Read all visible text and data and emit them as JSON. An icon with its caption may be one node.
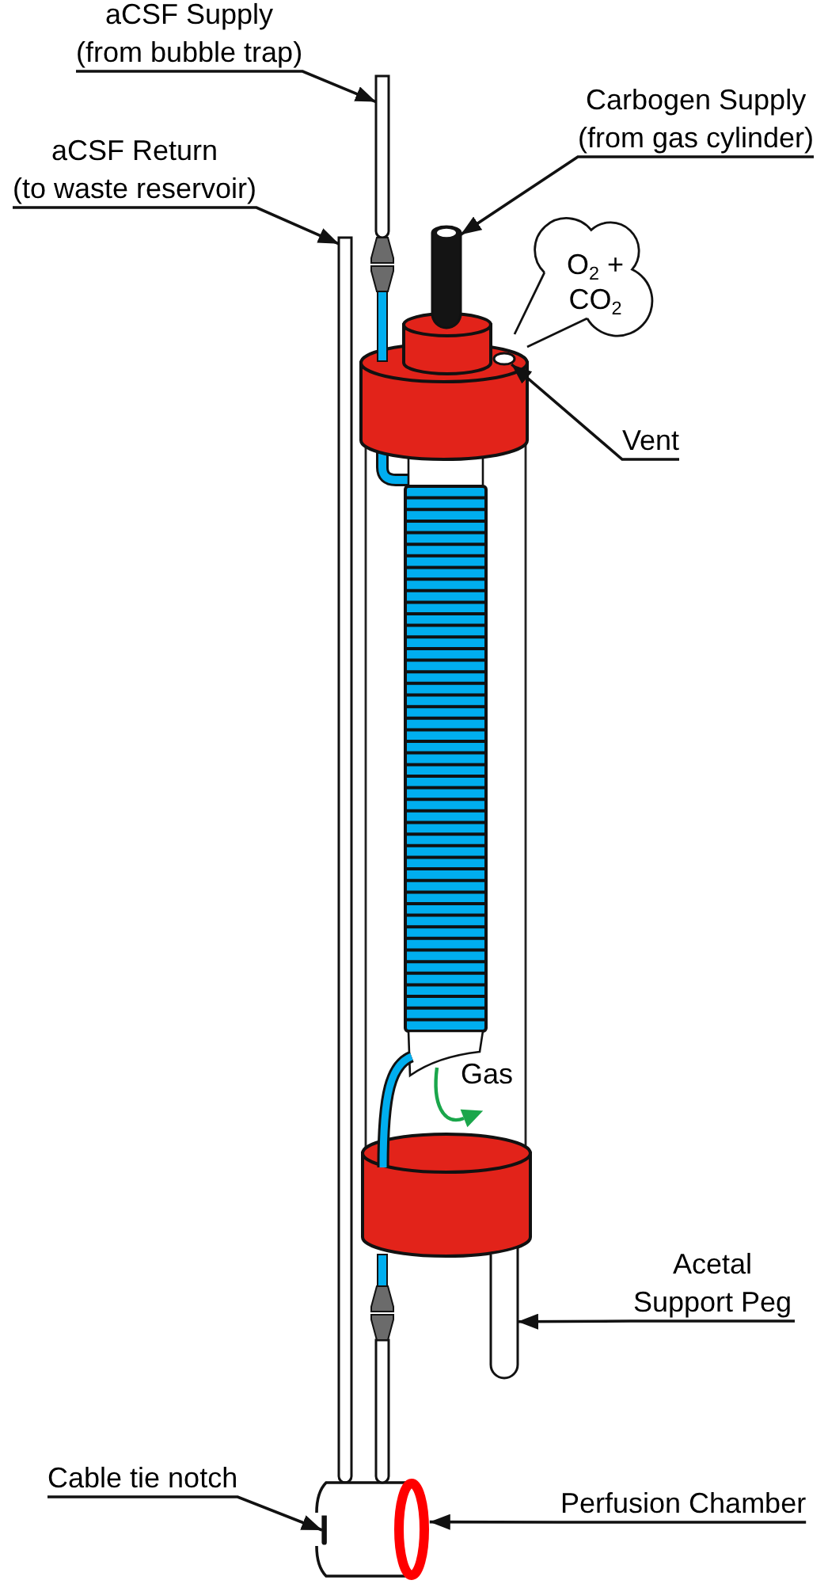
{
  "diagram": {
    "nodes": [
      {
        "text": [
          "aCSF Supply",
          "(from bubble trap)"
        ]
      },
      {
        "text": [],
        "shape": "bar"
      },
      {
        "text": [
          "Carbogen Supply",
          "(from gas cylinder)"
        ]
      },
      {
        "text": [],
        "shape": "bar"
      },
      {
        "text": [
          "aCSF Return",
          "(to waste reservoir)"
        ]
      },
      {
        "text": [],
        "shape": "bar"
      },
      {
        "text": [
          "O$_{2}$ + CO$_{2}$"
        ]
      },
      {
        "text": [
          "Vent"
        ]
      },
      {
        "text": [],
        "shape": "circle"
      },
      {
        "text": [
          "Acetal Support Peg"
        ]
      },
      {
        "text": [],
        "shape": "bar"
      },
      {
        "text": [
          "Cable tie notch"
        ]
      },
      {
        "text": [
          "Perfusion Chamber"
        ]
      },
      {
        "text": [],
        "shape": "cylinder"
      },
      {
        "text": [],
        "shape": "bar",
        "in": 13
      }
    ],
    "edges": [
      {
        "from": 0,
        "to": 1,
        "arrow": "to"
      },
      {
        "from": 2,
        "to": 3,
        "arrow": "to"
      },
      {
        "from": 4,
        "to": 5,
        "arrow": "to"
      },
      {
        "from": 7,
        "to": 8,
        "arrow": "to"
      },
      {
        "from": 9,
        "to": 10,
        "arrow": "to"
      },
      {
        "from": 11,
        "to": 14,
        "arrow": "to"
      },
      {
        "from": 12,
        "to": 13,
        "arrow": "to"
      }
    ],
    "labels": [
      "Gas"
    ]
  }
}
